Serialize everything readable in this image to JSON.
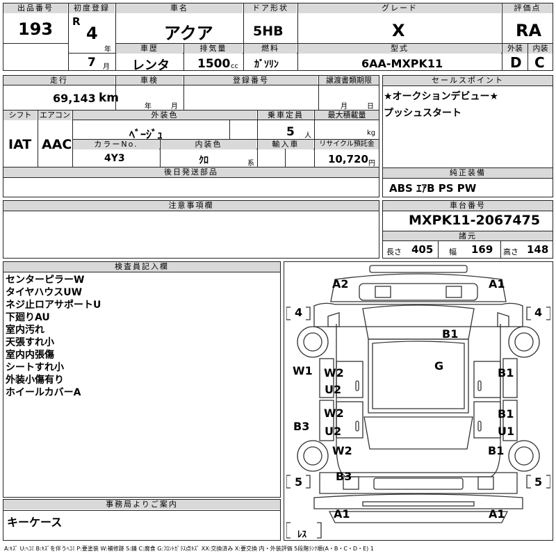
{
  "header": {
    "lot_no_label": "出品番号",
    "lot_no": "193",
    "first_reg_label": "初度登録",
    "era": "R",
    "year": "4",
    "year_unit": "年",
    "month": "7",
    "month_unit": "月",
    "car_name_label": "車名",
    "car_name": "アクア",
    "door_label": "ドア形状",
    "door": "5HB",
    "grade_label": "グレード",
    "grade": "X",
    "score_label": "評価点",
    "score": "RA",
    "history_label": "車歴",
    "history": "レンタ",
    "displacement_label": "排気量",
    "displacement": "1500",
    "displacement_unit": "cc",
    "fuel_label": "燃料",
    "fuel": "ｶﾞｿﾘﾝ",
    "model_label": "型式",
    "model": "6AA-MXPK11",
    "ext_label": "外装",
    "ext": "D",
    "int_label": "内装",
    "int": "C"
  },
  "row2": {
    "mileage_label": "走行",
    "mileage": "69,143",
    "mileage_unit": "km",
    "inspection_label": "車検",
    "insp_year": "年",
    "insp_month": "月",
    "reg_no_label": "登録番号",
    "transfer_label": "譲渡書類期限",
    "transfer_month": "月",
    "transfer_day": "日",
    "shift_label": "シフト",
    "shift": "IAT",
    "ac_label": "エアコン",
    "ac": "AAC",
    "color_label": "外装色",
    "color": "ﾍﾞｰｼﾞｭ",
    "capacity_label": "乗車定員",
    "capacity": "5",
    "capacity_unit": "人",
    "load_label": "最大積載量",
    "load_unit": "kg",
    "color_no_label": "カラーNo.",
    "color_no": "4Y3",
    "interior_color_label": "内装色",
    "interior_color": "ｸﾛ",
    "interior_suffix": "系",
    "import_label": "輸入車",
    "recycle_label": "リサイクル預託金",
    "recycle": "10,720",
    "recycle_unit": "円",
    "later_parts_label": "後日発送部品"
  },
  "sales": {
    "label": "セールスポイント",
    "lines": [
      "★オークションデビュー★",
      "プッシュスタート"
    ]
  },
  "equipment": {
    "label": "純正装備",
    "value": "ABS ｴｱB PS PW"
  },
  "cautions": {
    "label": "注意事項欄"
  },
  "chassis": {
    "label": "車台番号",
    "value": "MXPK11-2067475",
    "spec_label": "諸元",
    "length_label": "長さ",
    "length": "405",
    "width_label": "幅",
    "width": "169",
    "height_label": "高さ",
    "height": "148"
  },
  "inspector": {
    "label": "検査員記入欄",
    "lines": [
      "センターピラーW",
      "タイヤハウスUW",
      "ネジ止ロアサポートU",
      "下廻りAU",
      "室内汚れ",
      "天張すれ小",
      "室内内張傷",
      "シートすれ小",
      "外装小傷有り",
      "ホイールカバーA"
    ]
  },
  "office": {
    "label": "事務局よりご案内",
    "value": "キーケース"
  },
  "diagram": {
    "marks": [
      "A2",
      "A1",
      "B1",
      "G",
      "W1",
      "W2",
      "U2",
      "B1",
      "W2",
      "U2",
      "B3",
      "B1",
      "U1",
      "W2",
      "B1",
      "B3",
      "A1",
      "A1"
    ],
    "tires": [
      "4",
      "4",
      "5",
      "5"
    ],
    "spare": "ﾚｽ"
  },
  "legend": "A:ｷｽﾞ U:ﾍｺﾐ B:ｷｽﾞを伴うﾍｺﾐ P:要塗装 W:補修跡 S:錆 C:腐食 G:ﾌﾛﾝﾄｶﾞﾗｽ点ｷｽﾞ XX:交換済み X:要交換 内・外装評価 5段階ﾗﾝｸ順(A・B・C・D・E) 1"
}
